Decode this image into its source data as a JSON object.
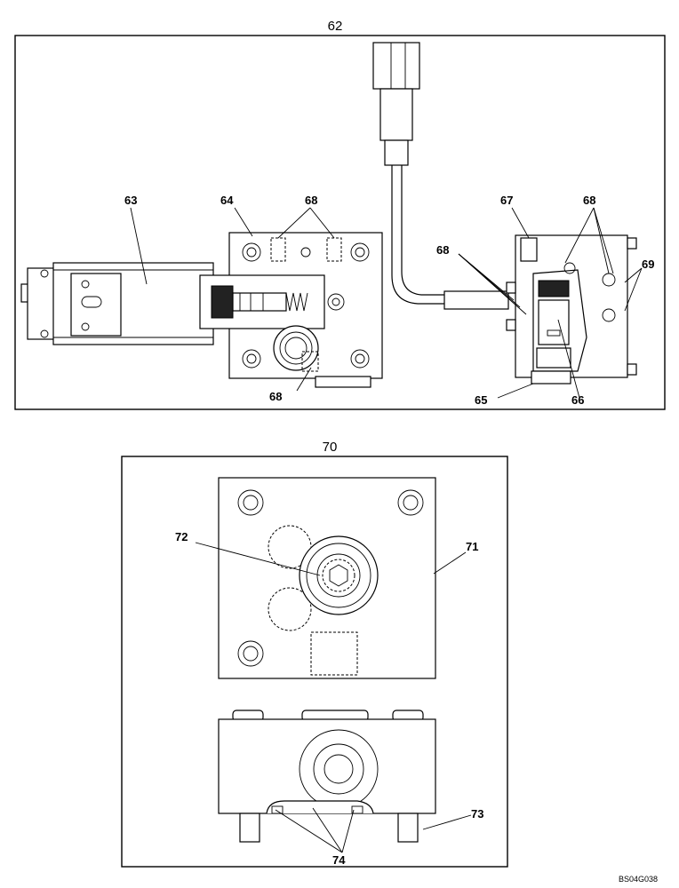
{
  "figure_top": {
    "title": "62"
  },
  "figure_bottom": {
    "title": "70"
  },
  "callouts": {
    "c63": "63",
    "c64": "64",
    "c68_top": "68",
    "c68_mid": "68",
    "c68_bottom": "68",
    "c67": "67",
    "c68_right": "68",
    "c69": "69",
    "c65": "65",
    "c66": "66",
    "c72": "72",
    "c71": "71",
    "c73": "73",
    "c74": "74"
  },
  "drawing_code": "BS04G038"
}
